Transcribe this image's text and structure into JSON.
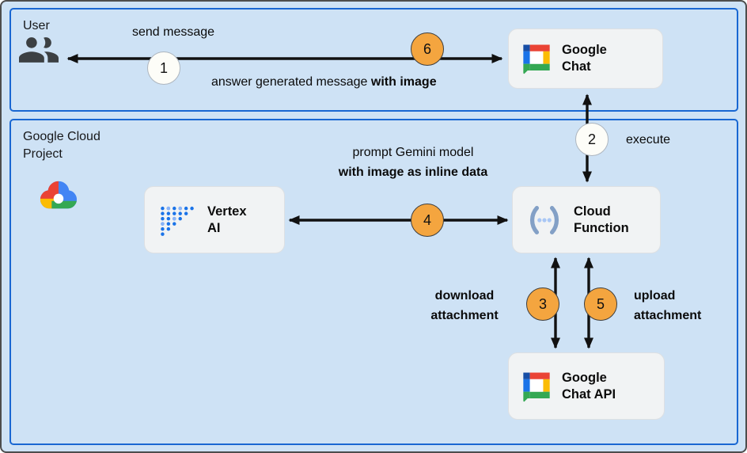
{
  "colors": {
    "canvas_bg": "#CEE2F5",
    "section_border": "#1967D2",
    "node_bg": "#F1F3F4",
    "node_border": "#DDE0E3",
    "step_orange": "#F4A53F",
    "step_light": "#FDFDF8",
    "step_border_light": "#AEB6BF",
    "step_border_dark": "#3E3E3E",
    "arrow": "#111111"
  },
  "user_section": {
    "label": "User",
    "icon": "people-icon"
  },
  "cloud_section": {
    "label_line1": "Google Cloud",
    "label_line2": "Project",
    "icon": "google-cloud-logo"
  },
  "nodes": {
    "google_chat": {
      "line1": "Google",
      "line2": "Chat",
      "icon": "google-chat-icon"
    },
    "vertex_ai": {
      "line1": "Vertex",
      "line2": "AI",
      "icon": "vertex-ai-icon"
    },
    "cloud_function": {
      "line1": "Cloud",
      "line2": "Function",
      "icon": "cloud-function-icon"
    },
    "google_chat_api": {
      "line1": "Google",
      "line2": "Chat API",
      "icon": "google-chat-icon"
    }
  },
  "steps": {
    "1": "1",
    "2": "2",
    "3": "3",
    "4": "4",
    "5": "5",
    "6": "6"
  },
  "labels": {
    "send_message": "send message",
    "answer_normal": "answer generated message ",
    "answer_bold": "with image",
    "execute": "execute",
    "prompt_line1": "prompt Gemini model",
    "prompt_line2": "with image as inline data",
    "download_line1": "download",
    "download_line2": "attachment",
    "upload_line1": "upload",
    "upload_line2": "attachment"
  }
}
